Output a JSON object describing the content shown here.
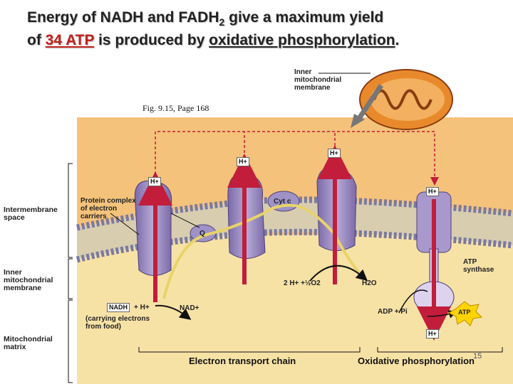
{
  "title": {
    "line1_prefix": "Energy of NADH and FADH",
    "line1_sub": "2",
    "line1_suffix": " give a maximum yield",
    "line2_pre": "of ",
    "line2_red": "34 ATP",
    "line2_mid": " is produced by ",
    "line2_ul": "oxidative phosphorylation",
    "line2_end": "."
  },
  "figure_ref": "Fig. 9.15, Page 168",
  "mito_label": [
    "Inner",
    "mitochondrial",
    "membrane"
  ],
  "side_labels": {
    "intermembrane": [
      "Intermembrane",
      "space"
    ],
    "inner": [
      "Inner",
      "mitochondrial",
      "membrane"
    ],
    "matrix": [
      "Mitochondrial",
      "matrix"
    ]
  },
  "labels": {
    "protein_complex": [
      "Protein complex",
      "of electron",
      "carriers"
    ],
    "q": "Q",
    "cyt_c": "Cyt c",
    "h_plus": "H+",
    "nadh": "NADH",
    "nadh_plus": "+ H+",
    "nad_plus": "NAD+",
    "carrying": [
      "(carrying electrons",
      "from food)"
    ],
    "water_reactants": "2 H+ +½O2",
    "water_product": "H2O",
    "atp_synthase": [
      "ATP",
      "synthase"
    ],
    "adp": "ADP + Pi",
    "atp": "ATP"
  },
  "footer": {
    "etc": "Electron transport chain",
    "oxphos": "Oxidative phosphorylation",
    "page": "15"
  }
}
